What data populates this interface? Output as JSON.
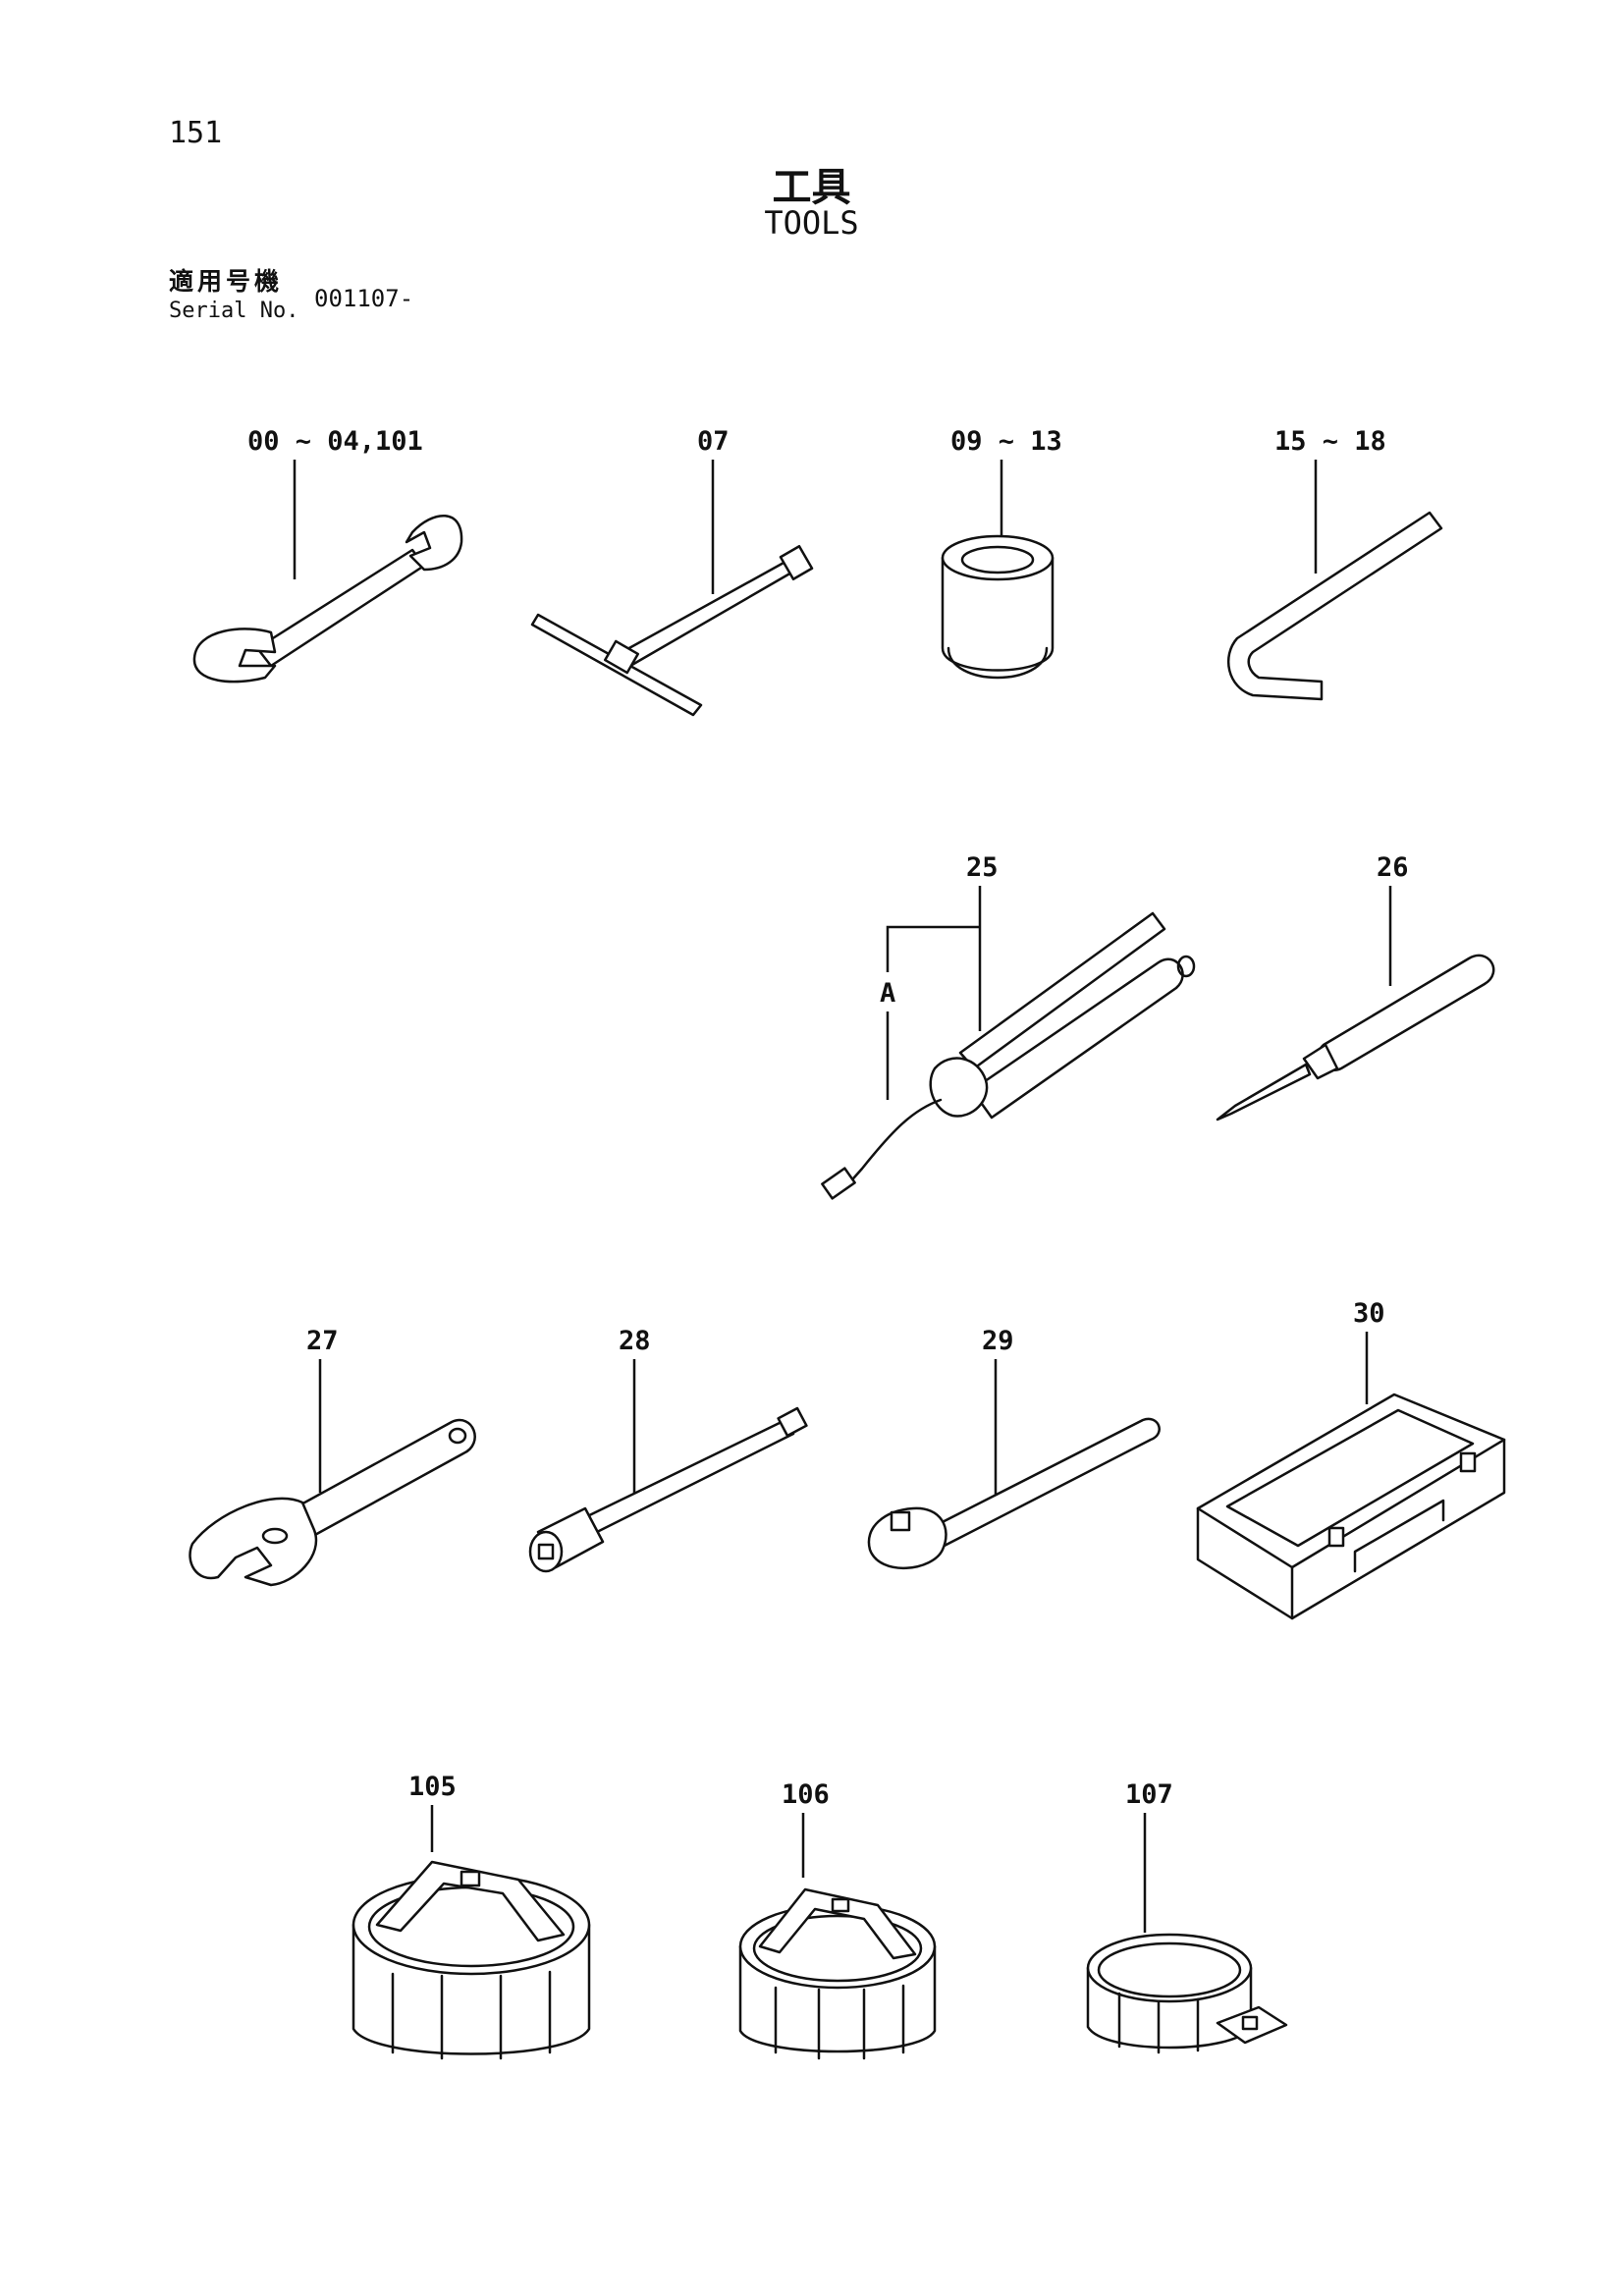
{
  "page": {
    "number": "151",
    "title_jp": "工具",
    "title_en": "TOOLS"
  },
  "serial": {
    "label_jp": "適用号機",
    "label_en": "Serial No.",
    "value": "001107-"
  },
  "callouts": {
    "spanner": "00 ~ 04,101",
    "t_handle": "07",
    "socket": "09 ~ 13",
    "hex_key": "15 ~ 18",
    "grease_gun": "25",
    "grease_gun_sub": "A",
    "screwdriver": "26",
    "adjustable_wrench": "27",
    "extension_bar": "28",
    "ratchet_handle": "29",
    "tool_box": "30",
    "filter_wrench_large": "105",
    "filter_wrench_medium": "106",
    "filter_wrench_band": "107"
  }
}
